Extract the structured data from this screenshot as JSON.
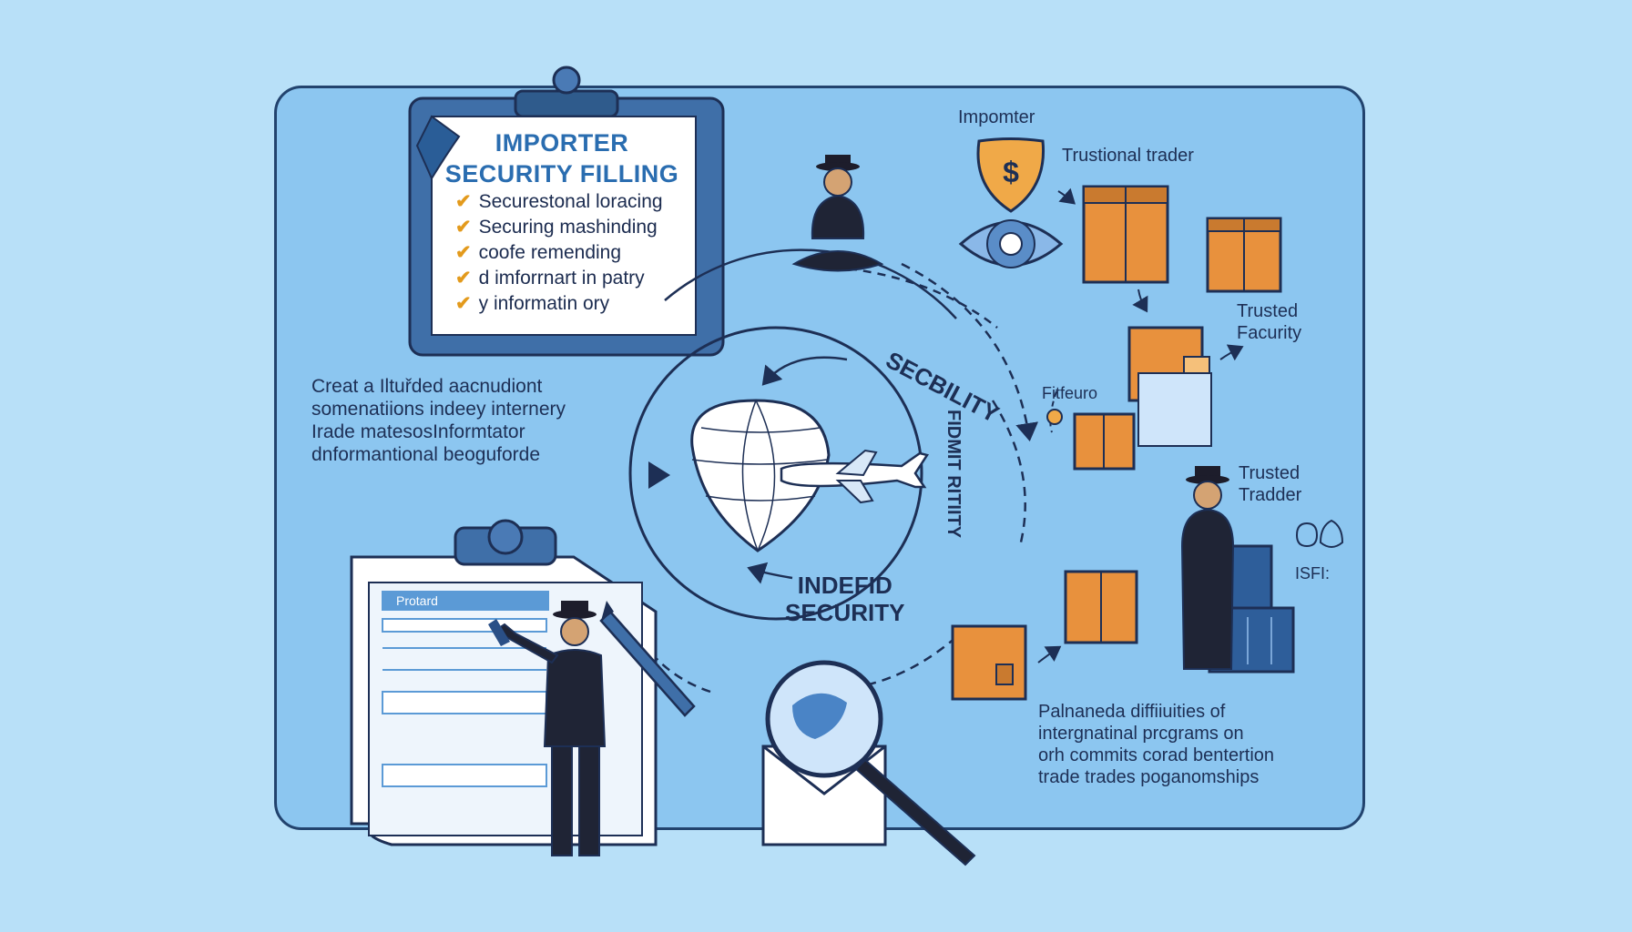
{
  "clipboard": {
    "title_line1": "IMPORTER",
    "title_line2": "SECURITY FILLING",
    "items": [
      "Securestonal loracing",
      "Securing mashinding",
      "coofe remending",
      "d imforrnart in patry",
      "y informatin ory"
    ]
  },
  "left_paragraph": {
    "lines": [
      "Creat a Iltuřded aacnudiont",
      "somenatiions indeey internery",
      "Irade matesosInformtator",
      "dnformantional beoguforde"
    ]
  },
  "cycle": {
    "arc_label_top": "SECBILITY",
    "arc_label_right": "FIDMIT RITIITY",
    "bottom_line1": "INDEFID",
    "bottom_line2": "SECURITY"
  },
  "right_labels": {
    "importer": "Impomter",
    "trustional_trader": "Trustional trader",
    "trusted_facurity_1": "Trusted",
    "trusted_facurity_2": "Facurity",
    "fitfeuro": "Fitfeuro",
    "trusted_trader_1": "Trusted",
    "trusted_trader_2": "Tradder",
    "isf": "ISFI:"
  },
  "right_paragraph": {
    "lines": [
      "Palnaneda diffiiuities  of",
      "intergnatinal prcgrams on",
      "orh commits corad bentertion",
      "trade trades poganomships"
    ]
  },
  "document": {
    "tag_label": "Protard"
  },
  "colors": {
    "background": "#b8e0f8",
    "panel": "#8cc6f0",
    "outline": "#22436e",
    "box_orange": "#e8913d",
    "accent_blue": "#2a6db0"
  }
}
